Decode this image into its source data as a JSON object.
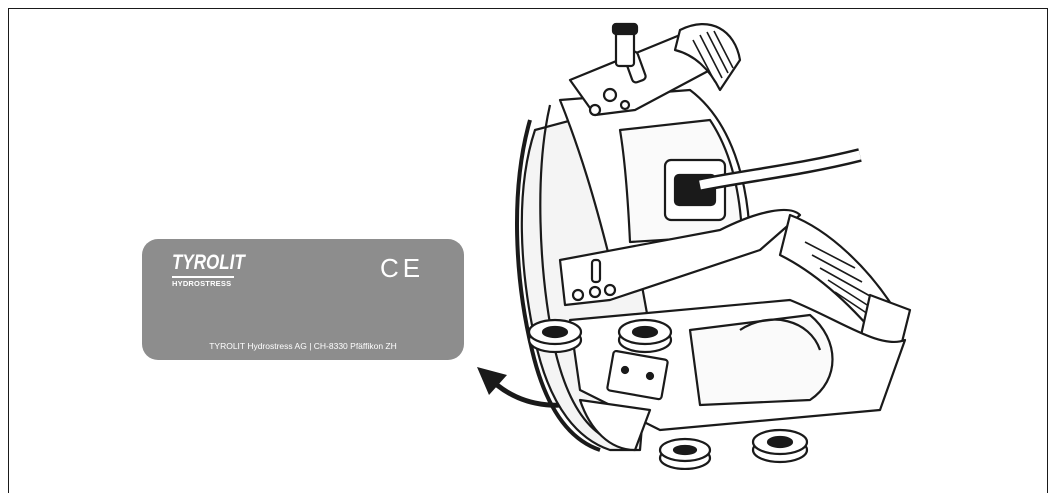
{
  "plate": {
    "logo": "TYROLIT",
    "sub_logo": "HYDROSTRESS",
    "mark": "CE",
    "address": "TYROLIT Hydrostress AG  |  CH-8330 Pfäffikon ZH"
  },
  "colors": {
    "plate": "#8d8d8d",
    "line": "#1a1a1a"
  },
  "icons": [
    "curved-arrow-icon",
    "machine-illustration"
  ]
}
